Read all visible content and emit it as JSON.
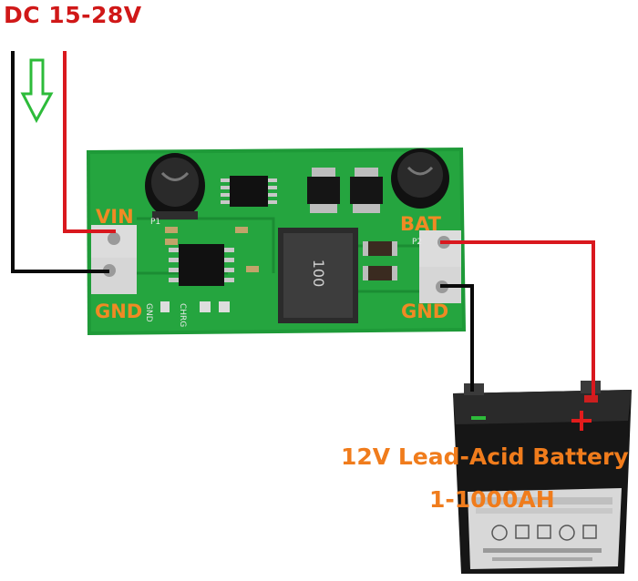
{
  "supply": {
    "label": "DC 15-28V"
  },
  "board": {
    "pads": {
      "vin": "VIN",
      "gnd_in": "GND",
      "bat": "BAT",
      "gnd_out": "GND"
    },
    "inductor_marking": "100",
    "silkscreen": {
      "chrg": "CHRG",
      "p1": "P1",
      "p2": "P2",
      "gnd_small": "GND"
    }
  },
  "battery": {
    "type_label": "12V Lead-Acid Battery",
    "capacity_label": "1-1000AH"
  },
  "colors": {
    "positive_wire": "#d9181e",
    "negative_wire": "#0a0a0a",
    "pcb": "#22a23c",
    "arrow": "#2dbb3a",
    "supply_text": "#d01818",
    "pad_text": "#f08a24",
    "battery_text": "#f07c1c"
  },
  "icons": [
    "down-arrow-icon",
    "plus-sign-icon",
    "minus-sign-icon"
  ]
}
